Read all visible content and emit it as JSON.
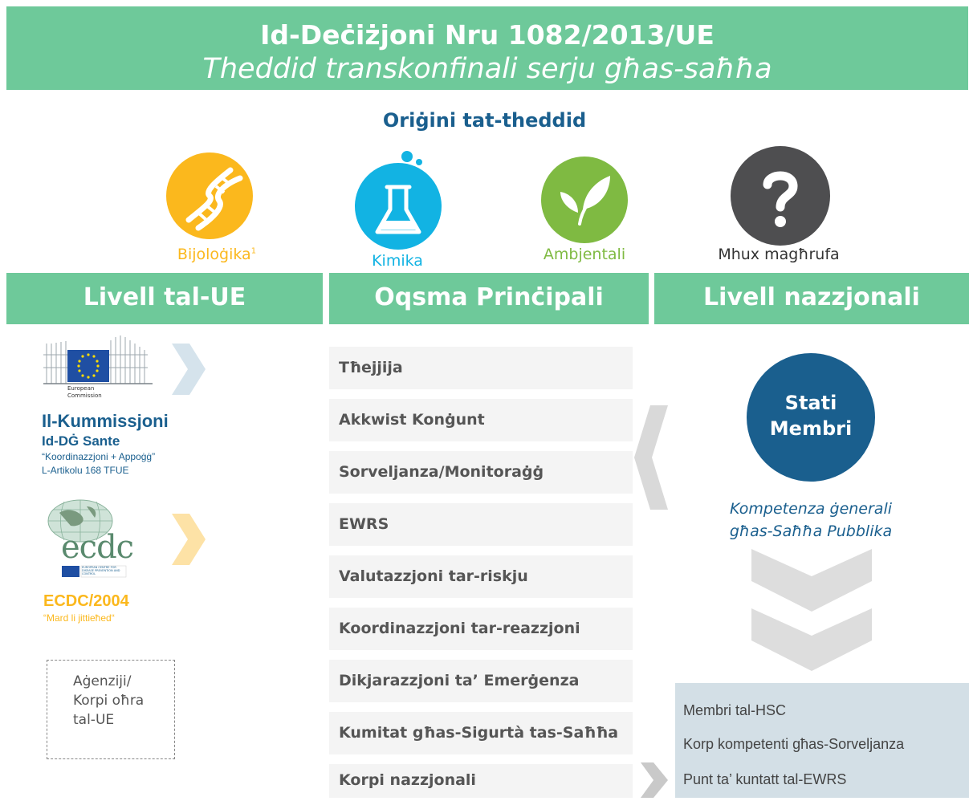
{
  "banner": {
    "title": "Id-Deċiżjoni Nru 1082/2013/UE",
    "subtitle": "Theddid transkonfinali serju għas-saħħa"
  },
  "origin": {
    "title": "Oriġini tat-theddid",
    "items": [
      {
        "label": "Bijoloġika",
        "sup": "1",
        "icon": "dna-icon",
        "color": "#fbb81d"
      },
      {
        "label": "Kimika",
        "icon": "flask-icon",
        "color": "#12b3e3"
      },
      {
        "label": "Ambjentali",
        "icon": "leaf-icon",
        "color": "#7fba42"
      },
      {
        "label": "Mhux magħrufa",
        "icon": "question-icon",
        "color": "#4e4e50"
      }
    ]
  },
  "headers": {
    "eu": "Livell tal-UE",
    "main": "Oqsma Prinċipali",
    "national": "Livell nazzjonali"
  },
  "commission": {
    "logo_text": [
      "European",
      "Commission"
    ],
    "title": "Il-Kummissjoni",
    "subtitle": "Id-DĠ Sante",
    "quote": "“Koordinazzjoni + Appoġġ”",
    "article": "L-Artikolu 168 TFUE"
  },
  "ecdc": {
    "logo_word": "ecdc",
    "logo_small": "EUROPEAN CENTRE FOR DISEASE PREVENTION AND CONTROL",
    "title": "ECDC/2004",
    "quote": "“Mard li jittieħed“"
  },
  "agencies": {
    "lines": [
      "Aġenziji/",
      "Korpi oħra",
      "tal-UE"
    ]
  },
  "main_areas": [
    "Tħejjija",
    "Akkwist Konġunt",
    "Sorveljanza/Monitoraġġ",
    "EWRS",
    "Valutazzjoni tar-riskju",
    "Koordinazzjoni tar-reazzjoni",
    "Dikjarazzjoni ta’ Emerġenza",
    "Kumitat għas-Sigurtà tas-Saħħa",
    "Korpi nazzjonali"
  ],
  "member_states": {
    "line1": "Stati",
    "line2": "Membri",
    "competence_line1": "Kompetenza ġenerali",
    "competence_line2": "għas-Saħħa Pubblika"
  },
  "national_bodies": [
    "Membri tal-HSC",
    "Korp kompetenti għas-Sorveljanza",
    "Punt ta’ kuntatt tal-EWRS"
  ],
  "colors": {
    "green": "#6ec99a",
    "blue": "#1a5f8e",
    "yellow": "#fbb81d",
    "cyan": "#12b3e3",
    "leaf_green": "#7fba42",
    "dark_grey": "#4e4e50"
  }
}
